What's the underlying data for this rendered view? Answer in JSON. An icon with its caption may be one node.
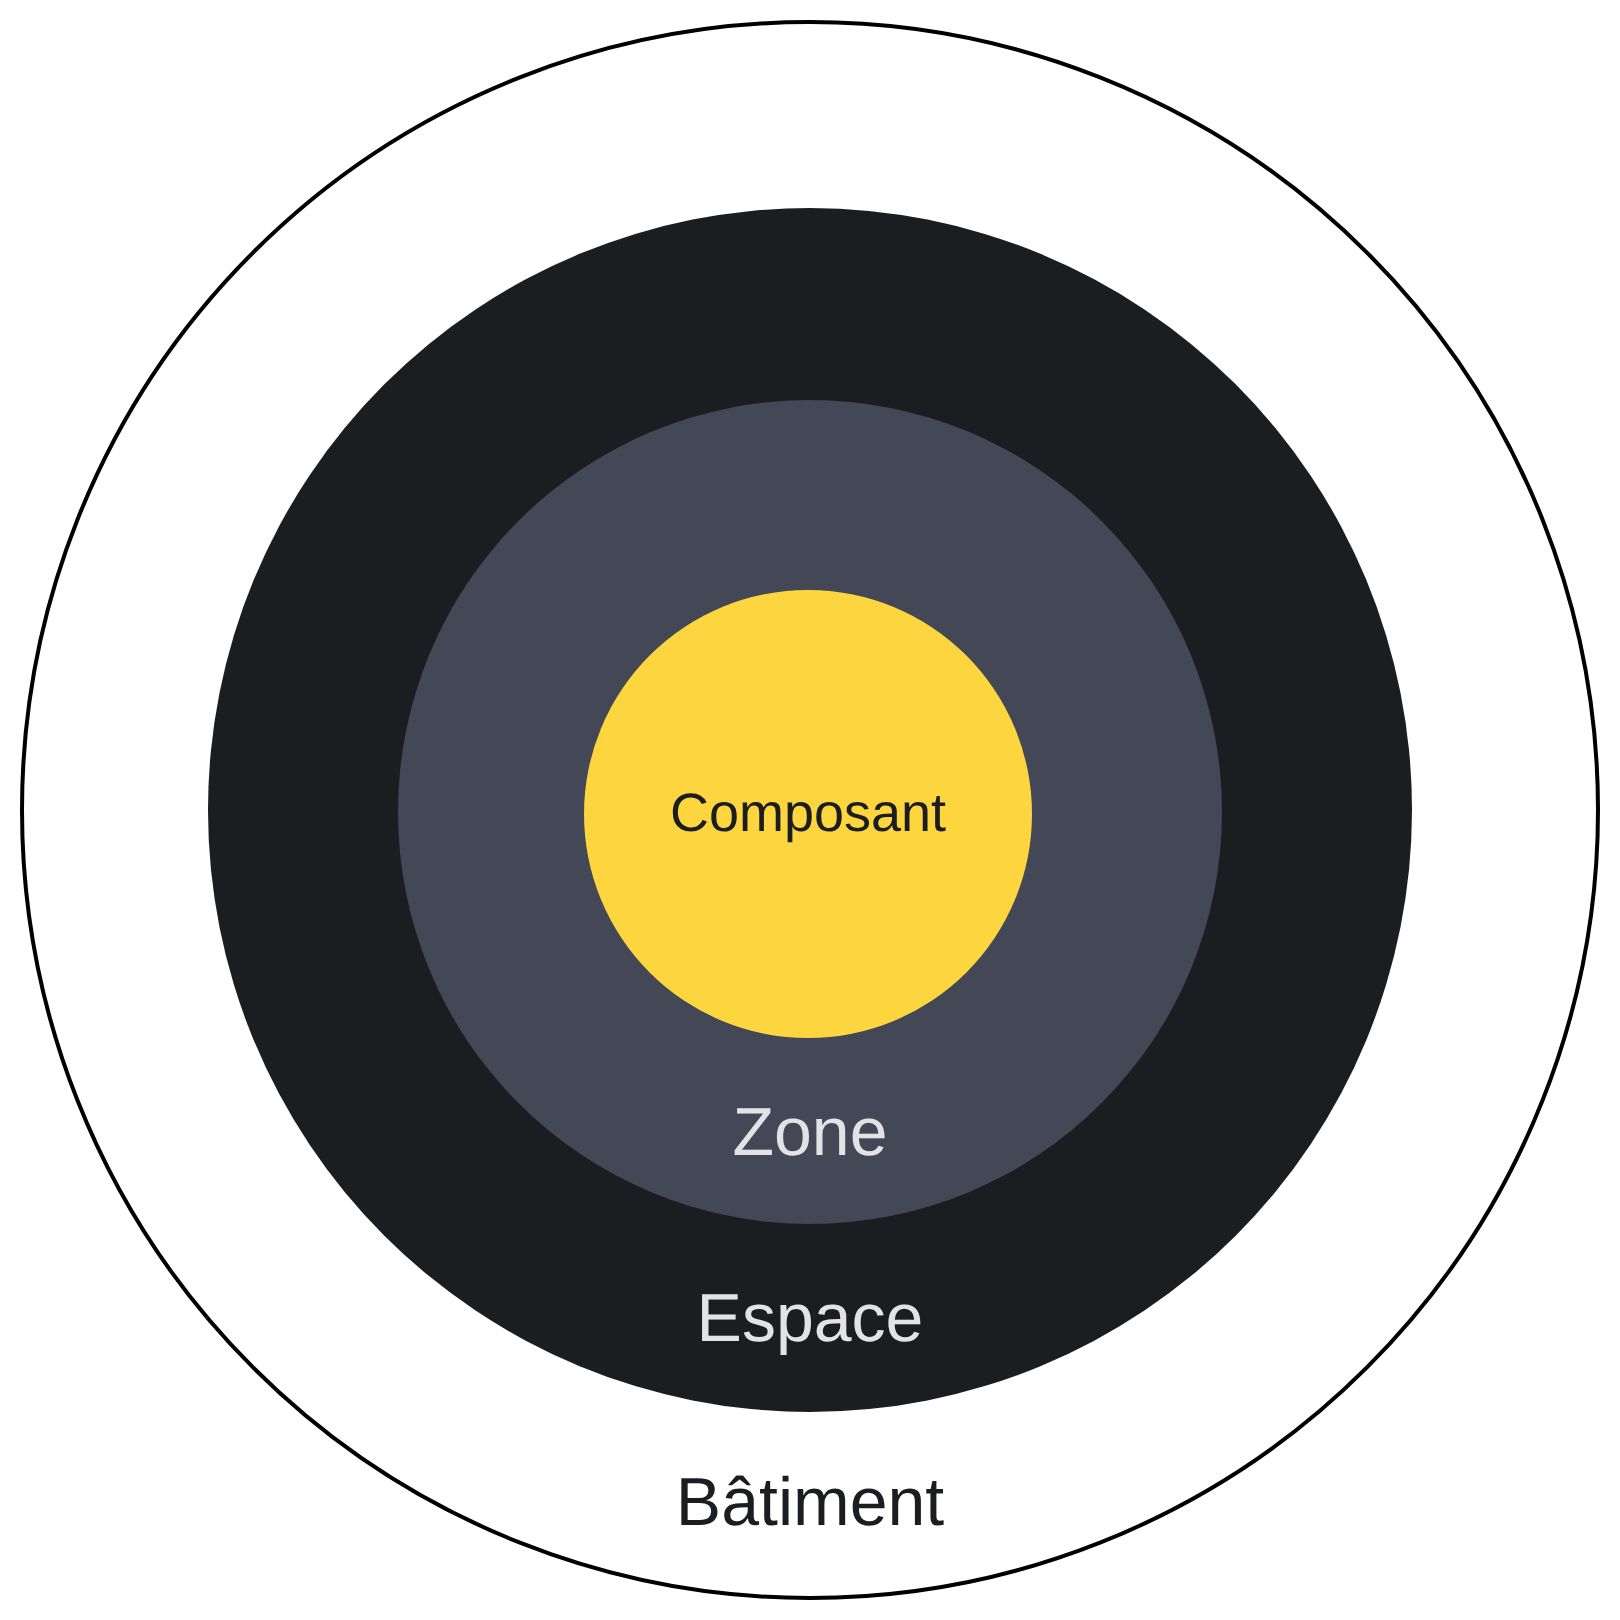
{
  "diagram": {
    "nodes": [
      {
        "text": [
          "Bâtiment"
        ]
      },
      {
        "text": [
          "Espace"
        ],
        "in": 0
      },
      {
        "text": [
          "Zone"
        ],
        "in": 1
      },
      {
        "text": [
          "Composant"
        ],
        "in": 2
      }
    ]
  }
}
